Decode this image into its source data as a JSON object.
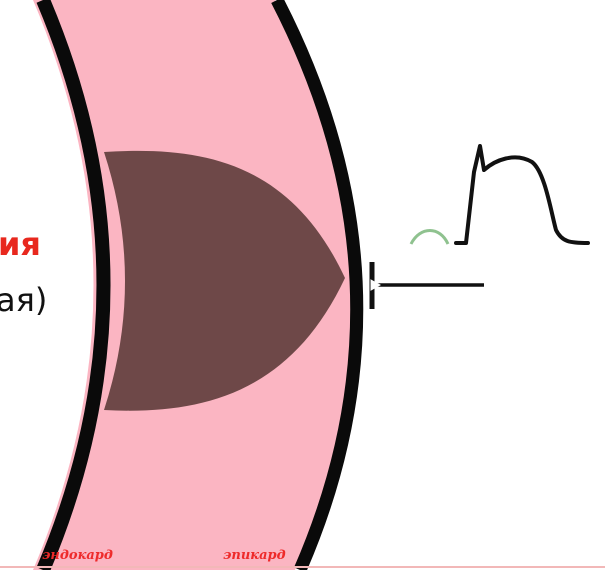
{
  "text": {
    "title_fragment": "ия",
    "subtitle_fragment": "ая)",
    "endocardium_label": "эндокард",
    "epicardium_label": "эпикард"
  },
  "colors": {
    "myocardium": "#fbb5c2",
    "infarct_zone": "#6e4848",
    "wall_border": "#0a0a0a",
    "baseline_wave": "#8fc28f",
    "ecg_trace": "#111111",
    "label_red": "#ee2a2a",
    "title_red": "#e8281e"
  },
  "icons": {
    "electrode": "electrode-icon",
    "ecg": "st-elevation-ecg-icon"
  }
}
